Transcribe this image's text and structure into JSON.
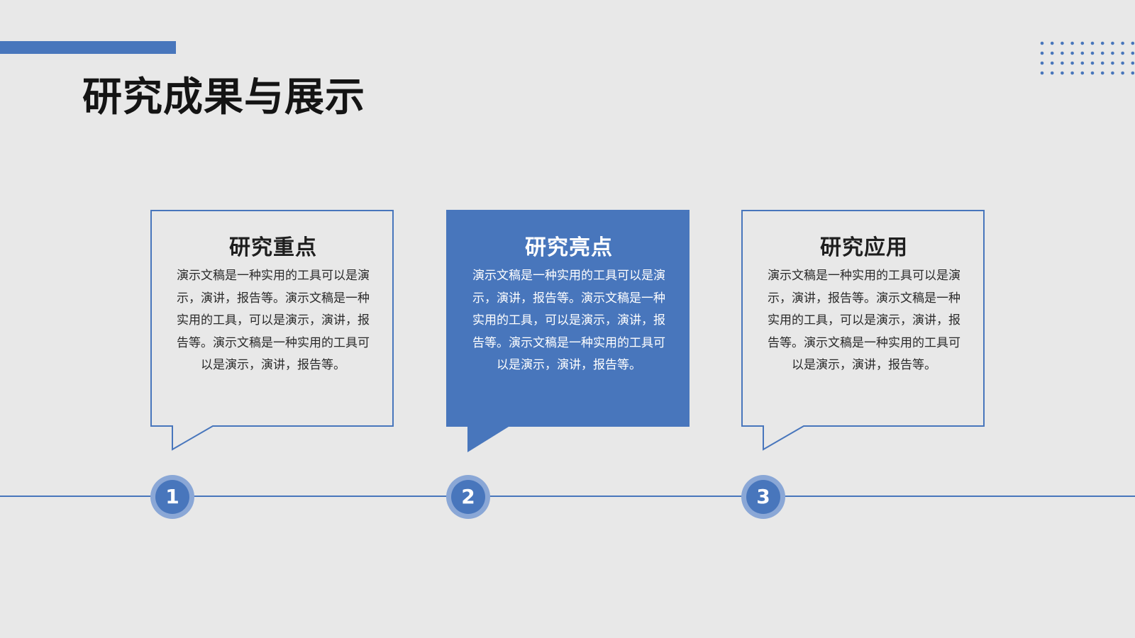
{
  "slide": {
    "title": "研究成果与展示",
    "accent_color": "#4876bc",
    "background_color": "#e8e8e8"
  },
  "cards": [
    {
      "title": "研究重点",
      "body": "演示文稿是一种实用的工具可以是演示，演讲，报告等。演示文稿是一种实用的工具，可以是演示，演讲，报告等。演示文稿是一种实用的工具可以是演示，演讲，报告等。",
      "style": "outline"
    },
    {
      "title": "研究亮点",
      "body": "演示文稿是一种实用的工具可以是演示，演讲，报告等。演示文稿是一种实用的工具，可以是演示，演讲，报告等。演示文稿是一种实用的工具可以是演示，演讲，报告等。",
      "style": "filled"
    },
    {
      "title": "研究应用",
      "body": "演示文稿是一种实用的工具可以是演示，演讲，报告等。演示文稿是一种实用的工具，可以是演示，演讲，报告等。演示文稿是一种实用的工具可以是演示，演讲，报告等。",
      "style": "outline"
    }
  ],
  "steps": [
    "1",
    "2",
    "3"
  ]
}
